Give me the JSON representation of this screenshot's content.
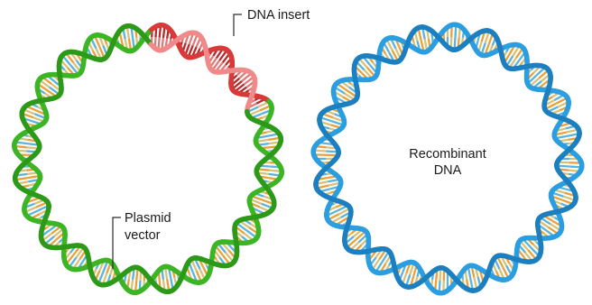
{
  "diagram": {
    "left_label": {
      "line1": "Plasmid",
      "line2": "vector"
    },
    "insert_label": "DNA insert",
    "right_label": {
      "line1": "Recombinant",
      "line2": "DNA"
    }
  },
  "colors": {
    "plasmid_backbone": "#3cb524",
    "plasmid_backbone_dark": "#2c9a18",
    "insert_backbone": "#d83a3a",
    "insert_backbone_light": "#f08a8a",
    "recombinant_backbone": "#2a9ee0",
    "recombinant_backbone_dark": "#1c7fc0",
    "base_tan": "#d9c179",
    "base_orange": "#e8a13a",
    "base_blue": "#58b4dc"
  }
}
